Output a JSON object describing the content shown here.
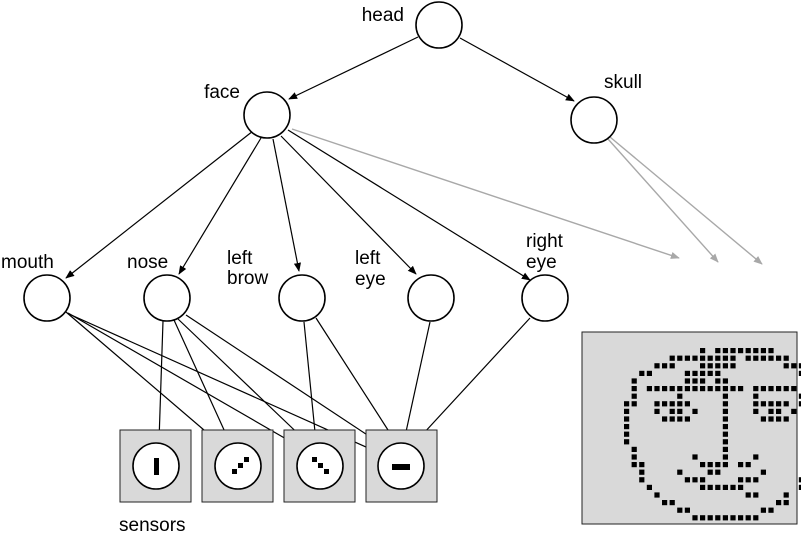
{
  "nodes": {
    "head": {
      "label_lines": [
        "head"
      ]
    },
    "face": {
      "label_lines": [
        "face"
      ]
    },
    "skull": {
      "label_lines": [
        "skull"
      ]
    },
    "mouth": {
      "label_lines": [
        "mouth"
      ]
    },
    "nose": {
      "label_lines": [
        "nose"
      ]
    },
    "left_brow": {
      "label_lines": [
        "left",
        "brow"
      ]
    },
    "left_eye": {
      "label_lines": [
        "left",
        "eye"
      ]
    },
    "right_eye": {
      "label_lines": [
        "right",
        "eye"
      ]
    }
  },
  "sensors_label": "sensors",
  "sensors": [
    {
      "feature": "vertical-bar"
    },
    {
      "feature": "diagonal-up-right"
    },
    {
      "feature": "diagonal-down-right"
    },
    {
      "feature": "horizontal-bar"
    }
  ],
  "edges": [
    {
      "from": "head",
      "to": "face",
      "style": "solid"
    },
    {
      "from": "head",
      "to": "skull",
      "style": "solid"
    },
    {
      "from": "face",
      "to": "mouth",
      "style": "solid"
    },
    {
      "from": "face",
      "to": "nose",
      "style": "solid"
    },
    {
      "from": "face",
      "to": "left_brow",
      "style": "solid"
    },
    {
      "from": "face",
      "to": "left_eye",
      "style": "solid"
    },
    {
      "from": "face",
      "to": "right_eye",
      "style": "solid"
    },
    {
      "from": "face",
      "to": "offscreen",
      "style": "faded"
    },
    {
      "from": "skull",
      "to": "offscreen",
      "style": "faded"
    },
    {
      "from": "skull",
      "to": "offscreen",
      "style": "faded"
    },
    {
      "from": "mouth",
      "to": "sensor-2",
      "style": "solid"
    },
    {
      "from": "mouth",
      "to": "sensor-3",
      "style": "solid"
    },
    {
      "from": "mouth",
      "to": "sensor-4",
      "style": "solid"
    },
    {
      "from": "nose",
      "to": "sensor-1",
      "style": "solid"
    },
    {
      "from": "nose",
      "to": "sensor-2",
      "style": "solid"
    },
    {
      "from": "nose",
      "to": "sensor-3",
      "style": "solid"
    },
    {
      "from": "nose",
      "to": "sensor-4",
      "style": "solid"
    },
    {
      "from": "left_brow",
      "to": "sensor-3",
      "style": "solid"
    },
    {
      "from": "left_brow",
      "to": "sensor-4",
      "style": "solid"
    },
    {
      "from": "left_eye",
      "to": "sensor-4",
      "style": "solid"
    },
    {
      "from": "right_eye",
      "to": "sensor-4",
      "style": "solid"
    }
  ],
  "face_image": {
    "description_icon": "pixel-face-icon",
    "pixel_color": "#000000",
    "background_color": "#d9d9d9"
  }
}
